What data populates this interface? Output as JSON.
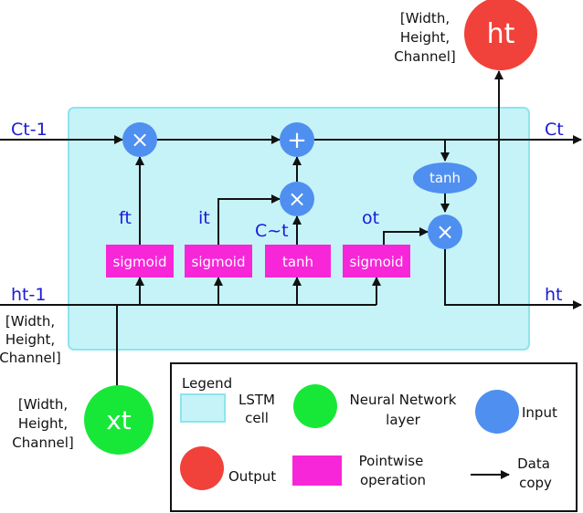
{
  "labels": {
    "ct_prev": "Ct-1",
    "ct": "Ct",
    "ht_prev": "ht-1",
    "ht_right": "ht",
    "ht_out": "ht",
    "xt": "xt",
    "ft": "ft",
    "it": "it",
    "c_tilde": "C~t",
    "ot": "ot"
  },
  "operators": {
    "multiply": "×",
    "add": "+"
  },
  "gates": {
    "sigmoid_f": "sigmoid",
    "sigmoid_i": "sigmoid",
    "tanh_c": "tanh",
    "sigmoid_o": "sigmoid",
    "tanh_out": "tanh"
  },
  "dims": {
    "ht_out": [
      "[Width,",
      "Height,",
      "Channel]"
    ],
    "ht_prev": [
      "[Width,",
      "Height,",
      "Channel]"
    ],
    "xt": [
      "[Width,",
      "Height,",
      "Channel]"
    ]
  },
  "legend": {
    "title": "Legend",
    "lstm_cell": [
      "LSTM",
      "cell"
    ],
    "neural_network": [
      "Neural Network",
      "layer"
    ],
    "input": "Input",
    "output": "Output",
    "pointwise": [
      "Pointwise",
      "operation"
    ],
    "data_copy": [
      "Data",
      "copy"
    ]
  },
  "colors": {
    "cell_fill": "#c5f3f8",
    "cell_stroke": "#8ee4ee",
    "input_blue": "#4f8ff0",
    "output_red": "#f0423a",
    "nn_green": "#17e838",
    "pointwise_magenta": "#f726d8",
    "label_blue": "#1a1ad6"
  }
}
